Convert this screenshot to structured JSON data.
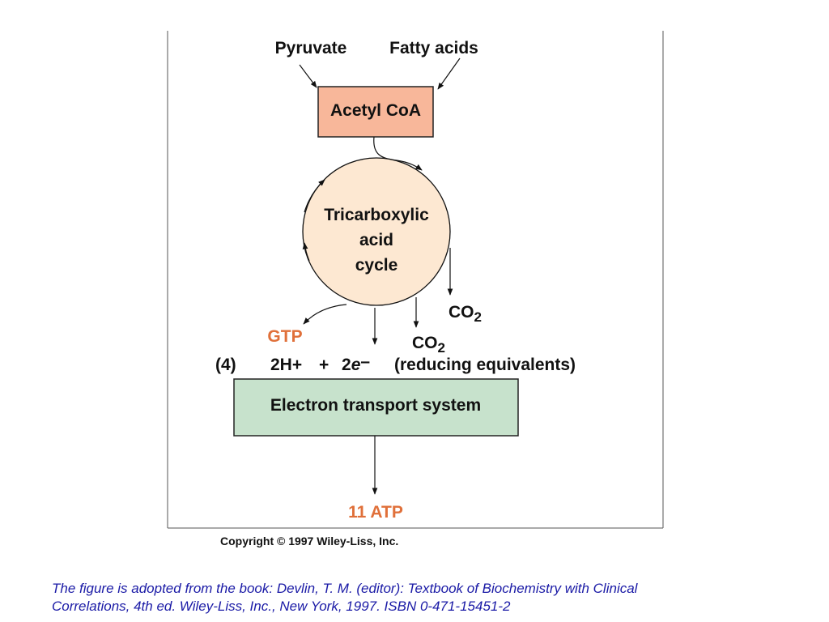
{
  "figure": {
    "inputs": [
      "Pyruvate",
      "Fatty acids"
    ],
    "acetyl_coa": "Acetyl CoA",
    "cycle": [
      "Tricarboxylic",
      "acid",
      "cycle"
    ],
    "co2": {
      "base": "CO",
      "sub": "2"
    },
    "gtp": "GTP",
    "equation": {
      "count": "(4)",
      "protons": "2H+",
      "plus": "+",
      "electrons_coef": "2",
      "electrons_sym": "e",
      "electrons_charge": "–",
      "note": "(reducing equivalents)"
    },
    "ets": "Electron transport system",
    "atp": "11 ATP",
    "copyright": "Copyright © 1997 Wiley-Liss, Inc."
  },
  "caption": {
    "line1": "The figure is adopted from the book: Devlin, T. M. (editor): Textbook of Biochemistry with Clinical",
    "line2": "Correlations, 4th ed. Wiley-Liss, Inc., New York, 1997. ISBN 0-471-15451-2"
  },
  "colors": {
    "acetyl_fill": "#f8b79a",
    "cycle_fill": "#fde8d2",
    "ets_fill": "#c7e2cc",
    "highlight_text": "#e0703a",
    "caption_text": "#1a1aa6"
  }
}
